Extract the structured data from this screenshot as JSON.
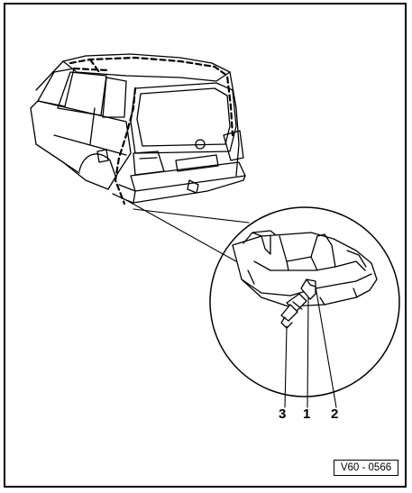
{
  "callouts": [
    {
      "id": "1",
      "label": "1"
    },
    {
      "id": "2",
      "label": "2"
    },
    {
      "id": "3",
      "label": "3"
    }
  ],
  "figure_id": "V60 - 0566",
  "colors": {
    "ink": "#000000",
    "paper": "#ffffff"
  }
}
